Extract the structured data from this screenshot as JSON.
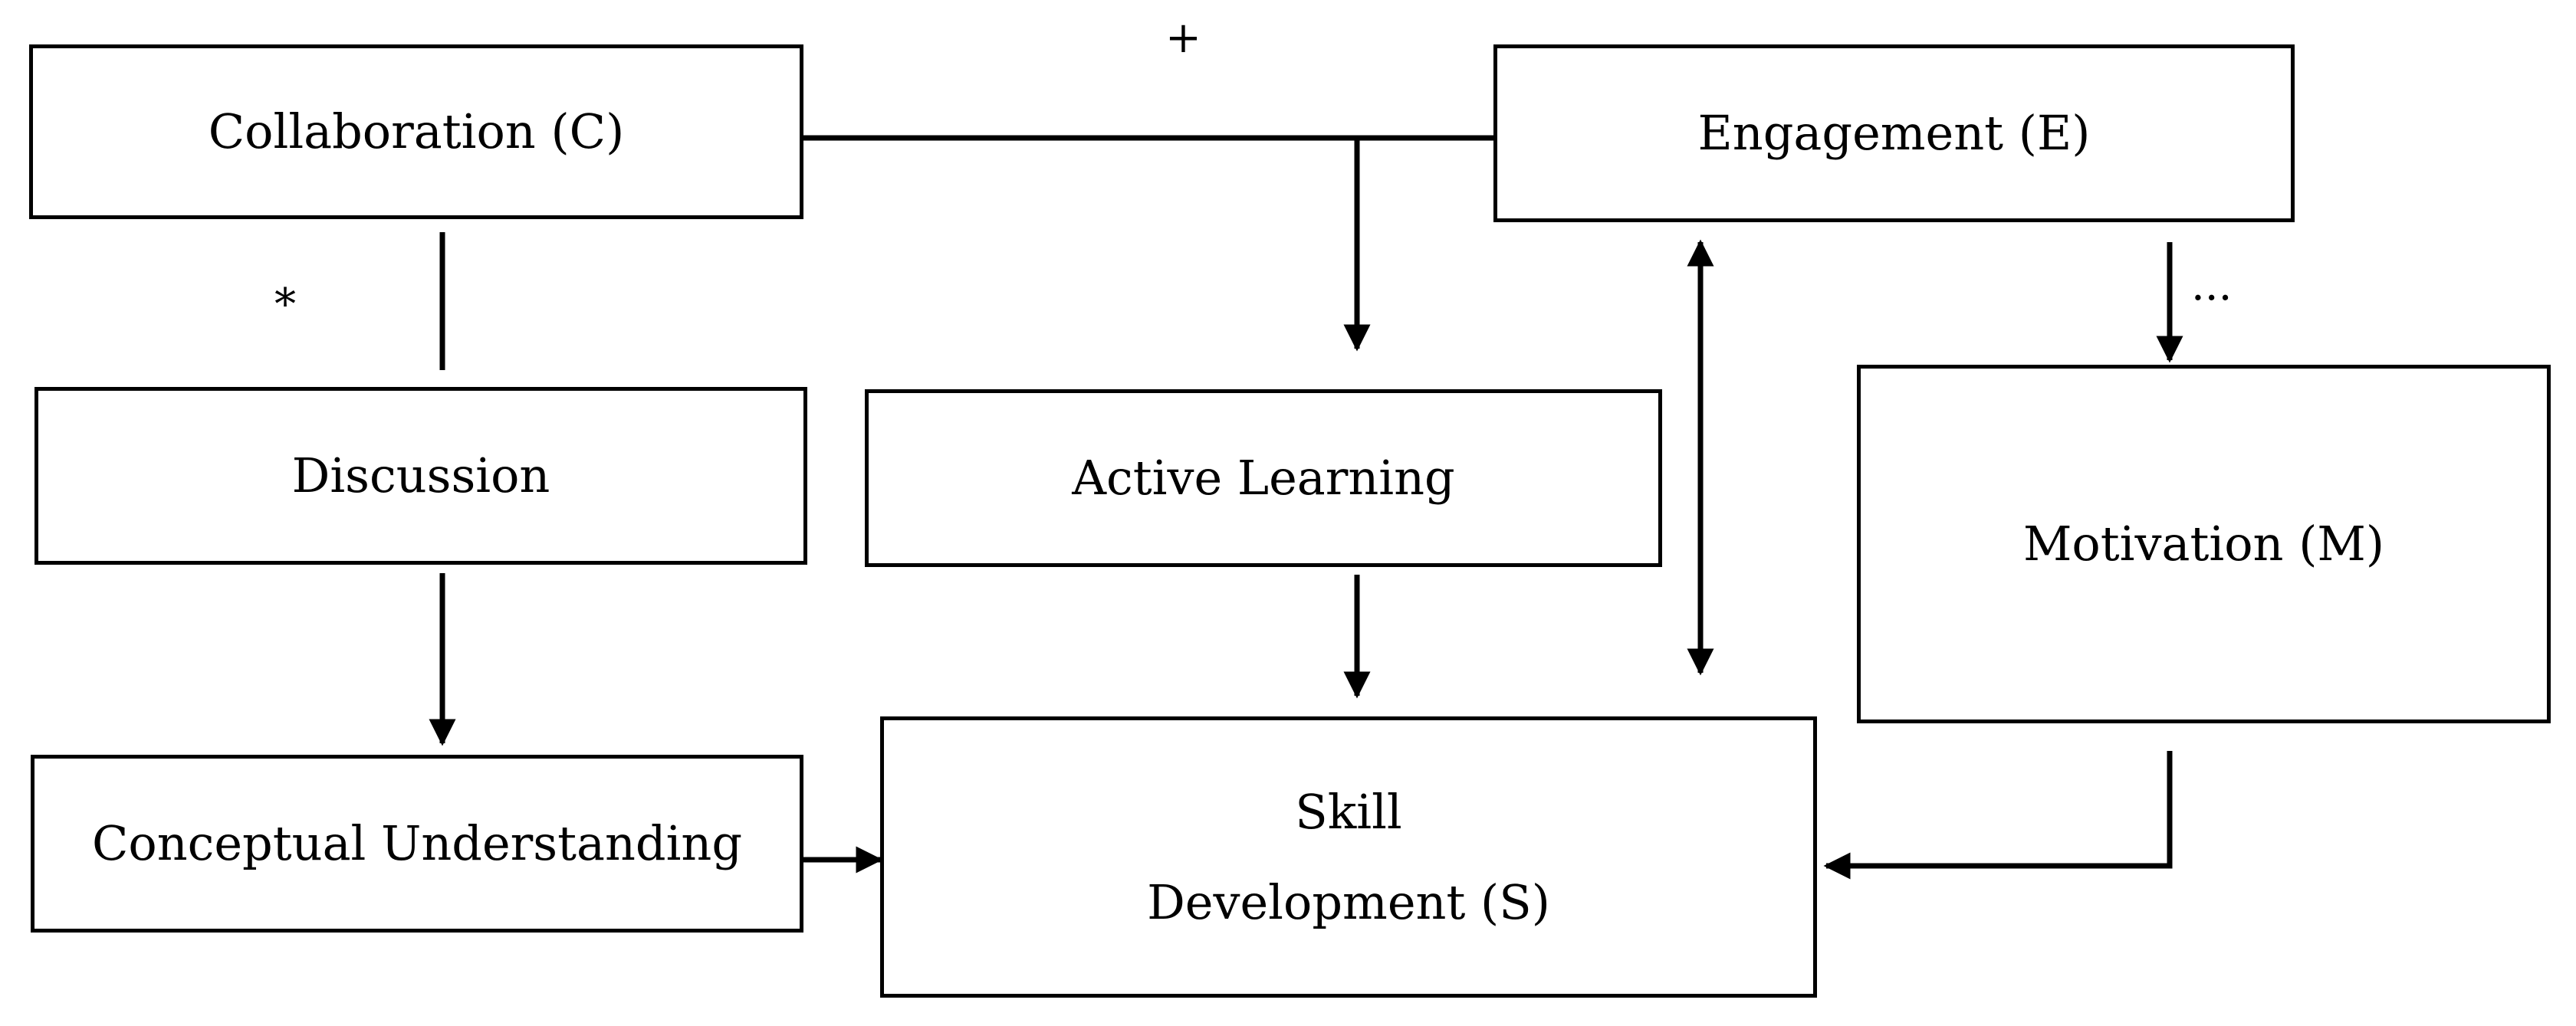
{
  "nodes": {
    "collaboration": "Collaboration (C)",
    "engagement": "Engagement (E)",
    "discussion": "Discussion",
    "active_learning": "Active Learning",
    "motivation": "Motivation (M)",
    "conceptual_understanding": "Conceptual Understanding",
    "skill_development": "Skill\nDevelopment (S)"
  },
  "annotations": {
    "plus": "+",
    "asterisk": "*",
    "ellipsis": "..."
  },
  "colors": {
    "stroke": "#000000",
    "background": "#ffffff"
  }
}
